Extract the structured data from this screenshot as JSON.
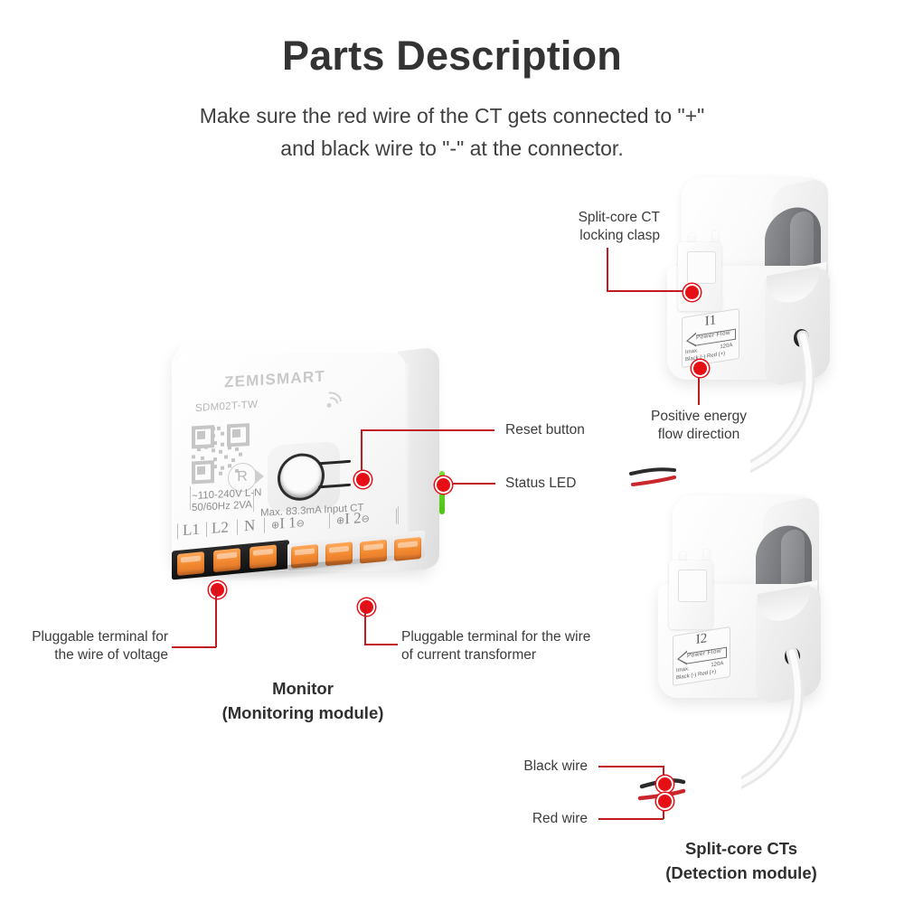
{
  "header": {
    "title": "Parts Description",
    "subtitle_line1": "Make sure the red wire of the CT gets connected to \"+\"",
    "subtitle_line2": "and black wire to \"-\" at the connector."
  },
  "colors": {
    "callout_red": "#c21a21",
    "dot_red": "#e60f15",
    "led_green": "#5dd619",
    "terminal_orange": "#f2882f",
    "text_dark": "#3c3c3c"
  },
  "monitor": {
    "brand": "ZEMISMART",
    "model": "SDM02T-TW",
    "reset_symbol": "R",
    "rating_line1": "~110-240V L-N",
    "rating_line2": "50/60Hz 2VA",
    "rating_ct": "Max. 83.3mA Input CT",
    "terminals": [
      {
        "label": "L1"
      },
      {
        "label": "L2"
      },
      {
        "label": "N"
      },
      {
        "label": "I 1",
        "plus": "⊕",
        "minus": "⊖"
      },
      {
        "label": "I 2",
        "plus": "⊕",
        "minus": "⊖"
      }
    ],
    "caption_line1": "Monitor",
    "caption_line2": "(Monitoring module)"
  },
  "ct_modules": [
    {
      "id": "I1",
      "sticker_id": "I1",
      "sticker_flow": "Power  Flow",
      "sticker_imax_label": "Imax.",
      "sticker_imax_value": "120A",
      "sticker_polarity": "Black (-) Red (+)"
    },
    {
      "id": "I2",
      "sticker_id": "I2",
      "sticker_flow": "Power  Flow",
      "sticker_imax_label": "Imax.",
      "sticker_imax_value": "120A",
      "sticker_polarity": "Black (-) Red (+)"
    }
  ],
  "ct_caption": {
    "line1": "Split-core CTs",
    "line2": "(Detection module)"
  },
  "callouts": {
    "locking_clasp_line1": "Split-core CT",
    "locking_clasp_line2": "locking clasp",
    "positive_flow_line1": "Positive energy",
    "positive_flow_line2": "flow direction",
    "reset_button": "Reset button",
    "status_led": "Status LED",
    "voltage_terminal_line1": "Pluggable terminal for",
    "voltage_terminal_line2": "the wire of voltage",
    "ct_terminal_line1": "Pluggable terminal for the wire",
    "ct_terminal_line2": "of current transformer",
    "black_wire": "Black wire",
    "red_wire": "Red wire"
  }
}
